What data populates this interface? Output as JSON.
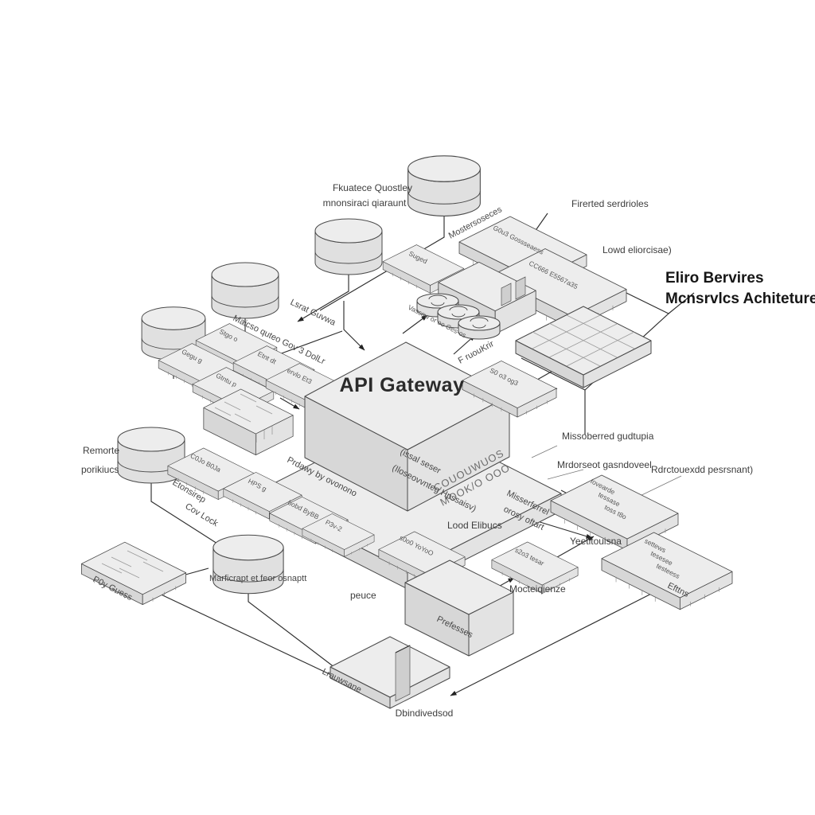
{
  "title": {
    "line1": "Eliro Bervires",
    "line2": "Mcnsrvlcs Achiteture"
  },
  "gateway": {
    "label": "API Gateway",
    "side_text_1": "COUOUWUOS",
    "side_text_2": "MOOK/O OOO"
  },
  "ann": {
    "queue_note_line1": "Fkuatece Quostley",
    "queue_note_line2": "mnonsiraci qiaraunt",
    "db_top_diag": "Mostersoseces",
    "firewall": "Firerted serdrioles",
    "load_balancer": "Lowd eliorcisae)",
    "lsrat_guvwa": "Lsrat Guvwa",
    "maicso": "Maicso quteo Gov 3 DolLr",
    "f_ruoukrir": "F ruouKrir",
    "coins_diag": "Vassow or oo Ges-os",
    "missoberred": "Missoberred gudtupia",
    "mrdorseot": "Mrdorseot gasndoveel",
    "rdrctouexdd": "Rdrctouexdd pesrsnant)",
    "yeetitouisna": "Yeetitouisna",
    "misserferrel_line1": "Misserferrel",
    "misserferrel_line2": "orosy oftart",
    "lood_elibucs": "Lood Elibucs",
    "remorte_line1": "Remorte",
    "remorte_line2": "porikiucs",
    "etonsirep_line1": "Etonsirep",
    "etonsirep_line2": "Cov Lock",
    "marficrapt": "Marficrapt et feor osnaptt",
    "poy_guess": "P0y Guess",
    "peuce": "peuce",
    "prefesses": "Prefesses",
    "mocteiqienze": "Mocteiqienze",
    "efttns": "Efttns",
    "lrauwsane": "Lrauwsane",
    "dbindivedsod": "Dbindivedsod",
    "platform_left_diag": "Prdawy by ovonono",
    "platform_right_diag_1": "(issal seser",
    "platform_right_diag_2": "(Iloseovvnteg Hpssaisv)"
  },
  "box": {
    "s1": "Gegu g",
    "s2": "Stgo o",
    "s3": "Etnt dt",
    "s4": "Gtntu p",
    "s6": "ervlo Et3",
    "s7": "Suged",
    "s8": "G0u3 Gossseaess",
    "s9": "CC666 E5567a35",
    "s10": "S0 o3 og3",
    "s11": "C0Jo B0Ja",
    "s12": "HPS g",
    "s13": "bobd ByBB",
    "s13b": "P3v-2",
    "s16": "s0o0 YoYoO",
    "s18": "s2o3 tesar",
    "s19_line1": "fovearde",
    "s19_line2": "tessase",
    "s19_line3": "toss t8o",
    "s20_line1": "settews",
    "s20_line2": "tesesee",
    "s20_line3": "testeess"
  }
}
